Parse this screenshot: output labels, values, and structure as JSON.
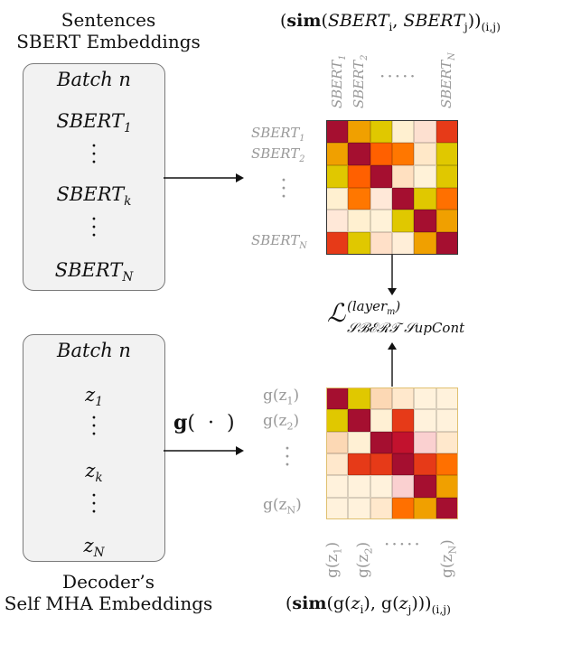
{
  "top_left_caption": [
    "Sentences",
    "SBERT Embeddings"
  ],
  "bottom_left_caption": [
    "Decoder’s",
    "Self MHA Embeddings"
  ],
  "top_right_formula": "(sim(SBERT_i, SBERT_j))_(i,j)",
  "bottom_right_formula": "(sim(g(z_i), g(z_j)))_(i,j)",
  "loss_label": "L^(layer_m)_SBERT SupCont",
  "mapping_label": "g( · )",
  "top_panel": {
    "title": "Batch n",
    "items": [
      "SBERT_1",
      "SBERT_k",
      "SBERT_N"
    ]
  },
  "bottom_panel": {
    "title": "Batch n",
    "items": [
      "z_1",
      "z_k",
      "z_N"
    ]
  },
  "top_matrix": {
    "row_labels": [
      "SBERT_1",
      "SBERT_2",
      "SBERT_N"
    ],
    "col_labels": [
      "SBERT_1",
      "SBERT_2",
      "SBERT_N"
    ],
    "dots": "·····",
    "colors": [
      [
        "#a50f30",
        "#f0a000",
        "#e0c800",
        "#fff0d0",
        "#fde0d0",
        "#e63a18"
      ],
      [
        "#f0a000",
        "#a50f30",
        "#ff6000",
        "#ff7700",
        "#ffe8c8",
        "#e0c800"
      ],
      [
        "#e0c800",
        "#ff6000",
        "#a50f30",
        "#ffe0c0",
        "#fff2d8",
        "#e0c800"
      ],
      [
        "#fff0d0",
        "#ff7700",
        "#ffe8d8",
        "#a50f30",
        "#e0c800",
        "#ff7000"
      ],
      [
        "#ffe8d8",
        "#fff0d0",
        "#fff2d8",
        "#e0c800",
        "#a50f30",
        "#f0a000"
      ],
      [
        "#e63a18",
        "#e0c800",
        "#ffe0c8",
        "#ffeed8",
        "#f0a000",
        "#a50f30"
      ]
    ]
  },
  "bottom_matrix": {
    "row_labels": [
      "g(z_1)",
      "g(z_2)",
      "g(z_N)"
    ],
    "col_labels": [
      "g(z_1)",
      "g(z_2)",
      "g(z_N)"
    ],
    "dots": "·····",
    "colors": [
      [
        "#a50f30",
        "#e0c800",
        "#fcd8b4",
        "#ffe8cc",
        "#fff2dc",
        "#fff2dc"
      ],
      [
        "#e0c800",
        "#a50f30",
        "#fff0d4",
        "#e63a18",
        "#fff2dc",
        "#fff2dc"
      ],
      [
        "#fcd8b4",
        "#fff0d4",
        "#a50f30",
        "#c2122e",
        "#fad0d0",
        "#ffe8cc"
      ],
      [
        "#ffe8cc",
        "#e63a18",
        "#e63a18",
        "#a50f30",
        "#e63a18",
        "#ff7000"
      ],
      [
        "#fff2dc",
        "#fff2dc",
        "#fff2dc",
        "#fad0d0",
        "#a50f30",
        "#f0a000"
      ],
      [
        "#fff2dc",
        "#fff2dc",
        "#ffe8cc",
        "#ff7000",
        "#f0a000",
        "#a50f30"
      ]
    ]
  }
}
